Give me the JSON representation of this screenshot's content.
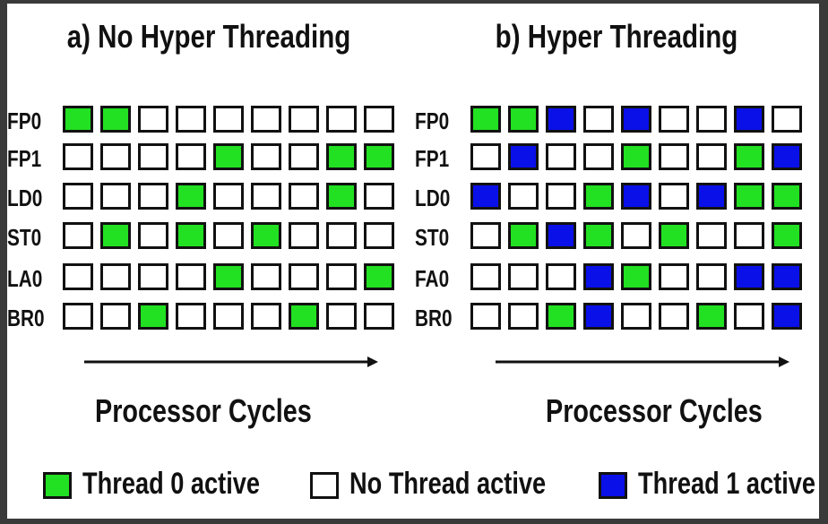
{
  "colors": {
    "thread0": "#22e022",
    "thread1": "#0a10e8",
    "none": "#ffffff",
    "ink": "#111111"
  },
  "panels": [
    {
      "title": "a) No Hyper Threading",
      "axis_label": "Processor Cycles",
      "rows": [
        {
          "label": "FP0",
          "cells": [
            "g",
            "g",
            "n",
            "n",
            "n",
            "n",
            "n",
            "n",
            "n"
          ]
        },
        {
          "label": "FP1",
          "cells": [
            "n",
            "n",
            "n",
            "n",
            "g",
            "n",
            "n",
            "g",
            "g"
          ]
        },
        {
          "label": "LD0",
          "cells": [
            "n",
            "n",
            "n",
            "g",
            "n",
            "n",
            "n",
            "g",
            "n"
          ]
        },
        {
          "label": "ST0",
          "cells": [
            "n",
            "g",
            "n",
            "g",
            "n",
            "g",
            "n",
            "n",
            "n"
          ]
        },
        {
          "label": "LA0",
          "cells": [
            "n",
            "n",
            "n",
            "n",
            "g",
            "n",
            "n",
            "n",
            "g"
          ]
        },
        {
          "label": "BR0",
          "cells": [
            "n",
            "n",
            "g",
            "n",
            "n",
            "n",
            "g",
            "n",
            "n"
          ]
        }
      ]
    },
    {
      "title": "b) Hyper Threading",
      "axis_label": "Processor Cycles",
      "rows": [
        {
          "label": "FP0",
          "cells": [
            "g",
            "g",
            "b",
            "n",
            "b",
            "n",
            "n",
            "b",
            "n"
          ]
        },
        {
          "label": "FP1",
          "cells": [
            "n",
            "b",
            "n",
            "n",
            "g",
            "n",
            "n",
            "g",
            "b"
          ]
        },
        {
          "label": "LD0",
          "cells": [
            "b",
            "n",
            "n",
            "g",
            "b",
            "n",
            "b",
            "g",
            "g"
          ]
        },
        {
          "label": "ST0",
          "cells": [
            "n",
            "g",
            "b",
            "g",
            "n",
            "g",
            "n",
            "n",
            "g"
          ]
        },
        {
          "label": "FA0",
          "cells": [
            "n",
            "n",
            "n",
            "b",
            "g",
            "n",
            "n",
            "b",
            "b"
          ]
        },
        {
          "label": "BR0",
          "cells": [
            "n",
            "n",
            "g",
            "b",
            "n",
            "n",
            "g",
            "n",
            "b"
          ]
        }
      ]
    }
  ],
  "legend": [
    {
      "state": "g",
      "label": "Thread 0  active"
    },
    {
      "state": "n",
      "label": "No Thread active"
    },
    {
      "state": "b",
      "label": "Thread 1 active"
    }
  ]
}
